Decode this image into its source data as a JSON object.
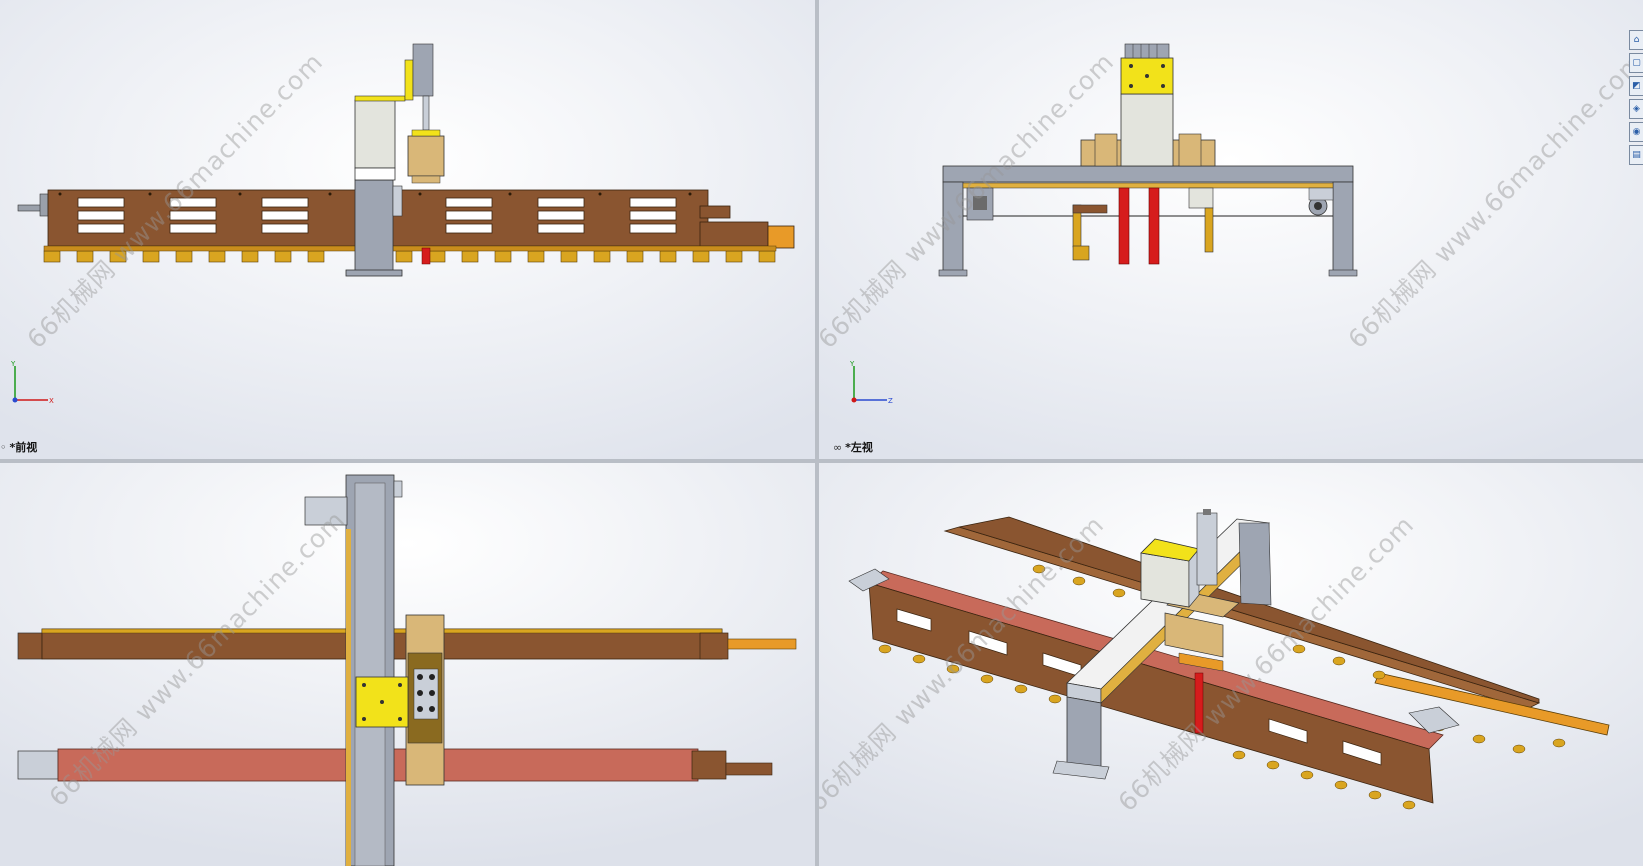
{
  "viewports": {
    "front": {
      "label": "*前视",
      "axis_x": "X",
      "axis_y": "Y"
    },
    "left": {
      "label": "*左视",
      "axis_x": "Z",
      "axis_y": "Y"
    },
    "top": {
      "label": ""
    },
    "iso": {
      "label": ""
    }
  },
  "watermark": {
    "text": "66机械网 www.66machine.com"
  },
  "icons": {
    "view_label_front": "view-orientation-icon",
    "view_label_left": "link-display-icon",
    "toolbar": [
      "home-view-icon",
      "view-cube-icon",
      "section-view-icon",
      "appearance-icon",
      "scene-icon",
      "display-pane-icon"
    ]
  },
  "colors": {
    "rail_brown": "#8a5530",
    "rail_salmon": "#c86a5a",
    "steel_gray": "#9ea5b2",
    "accent_yellow": "#f2e21a",
    "cam_follower": "#d9a520",
    "red_part": "#d61c1c"
  }
}
